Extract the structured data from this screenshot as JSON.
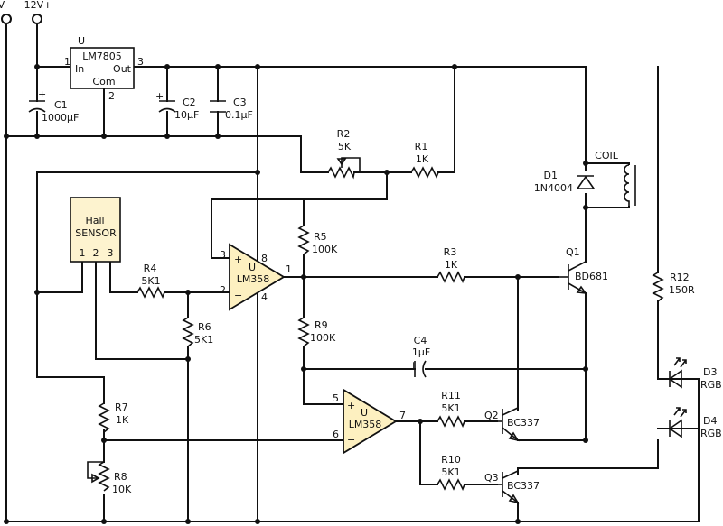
{
  "terminals": {
    "neg": "V−",
    "pos": "12V+"
  },
  "regulator": {
    "ref": "U",
    "part": "LM7805",
    "pin_in": "In",
    "pin_out": "Out",
    "pin_com": "Com",
    "pin1": "1",
    "pin2": "2",
    "pin3": "3"
  },
  "capacitors": {
    "c1": {
      "ref": "C1",
      "value": "1000μF",
      "polarity": "+"
    },
    "c2": {
      "ref": "C2",
      "value": "10μF",
      "polarity": "+"
    },
    "c3": {
      "ref": "C3",
      "value": "0.1μF"
    },
    "c4": {
      "ref": "C4",
      "value": "1μF",
      "polarity": "+"
    }
  },
  "resistors": {
    "r1": {
      "ref": "R1",
      "value": "1K"
    },
    "r2": {
      "ref": "R2",
      "value": "5K"
    },
    "r3": {
      "ref": "R3",
      "value": "1K"
    },
    "r4": {
      "ref": "R4",
      "value": "5K1"
    },
    "r5": {
      "ref": "R5",
      "value": "100K"
    },
    "r6": {
      "ref": "R6",
      "value": "5K1"
    },
    "r7": {
      "ref": "R7",
      "value": "1K"
    },
    "r8": {
      "ref": "R8",
      "value": "10K"
    },
    "r9": {
      "ref": "R9",
      "value": "100K"
    },
    "r10": {
      "ref": "R10",
      "value": "5K1"
    },
    "r11": {
      "ref": "R11",
      "value": "5K1"
    },
    "r12": {
      "ref": "R12",
      "value": "150R"
    }
  },
  "hall_sensor": {
    "line1": "Hall",
    "line2": "SENSOR",
    "pin1": "1",
    "pin2": "2",
    "pin3": "3"
  },
  "opamp1": {
    "ref": "U",
    "part": "LM358",
    "plus": "+",
    "minus": "−",
    "pin1": "1",
    "pin2": "2",
    "pin3": "3",
    "pin4": "4",
    "pin8": "8"
  },
  "opamp2": {
    "ref": "U",
    "part": "LM358",
    "plus": "+",
    "minus": "−",
    "pin5": "5",
    "pin6": "6",
    "pin7": "7"
  },
  "transistors": {
    "q1": {
      "ref": "Q1",
      "part": "BD681"
    },
    "q2": {
      "ref": "Q2",
      "part": "BC337"
    },
    "q3": {
      "ref": "Q3",
      "part": "BC337"
    }
  },
  "diode": {
    "ref": "D1",
    "part": "1N4004"
  },
  "coil": {
    "label": "COIL"
  },
  "leds": {
    "d3": {
      "ref": "D3",
      "part": "RGB"
    },
    "d4": {
      "ref": "D4",
      "part": "RGB"
    }
  }
}
